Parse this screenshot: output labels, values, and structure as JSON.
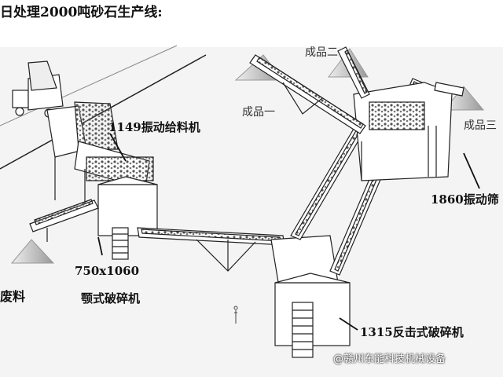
{
  "title": "日处理2000吨砂石生产线:",
  "labels": {
    "feeder": "1149振动给料机",
    "jaw_model": "750x1060",
    "jaw_name": "颚式破碎机",
    "impact": "1315反击式破碎机",
    "screen": "1860振动筛",
    "product1": "成品一",
    "product2": "成品二",
    "product3": "成品三",
    "waste": "废料"
  },
  "watermark": "@赣州东能科技机械设备",
  "colors": {
    "line": "#222222",
    "ground": "#d9d9d9",
    "pile": "#bdbdbd"
  }
}
